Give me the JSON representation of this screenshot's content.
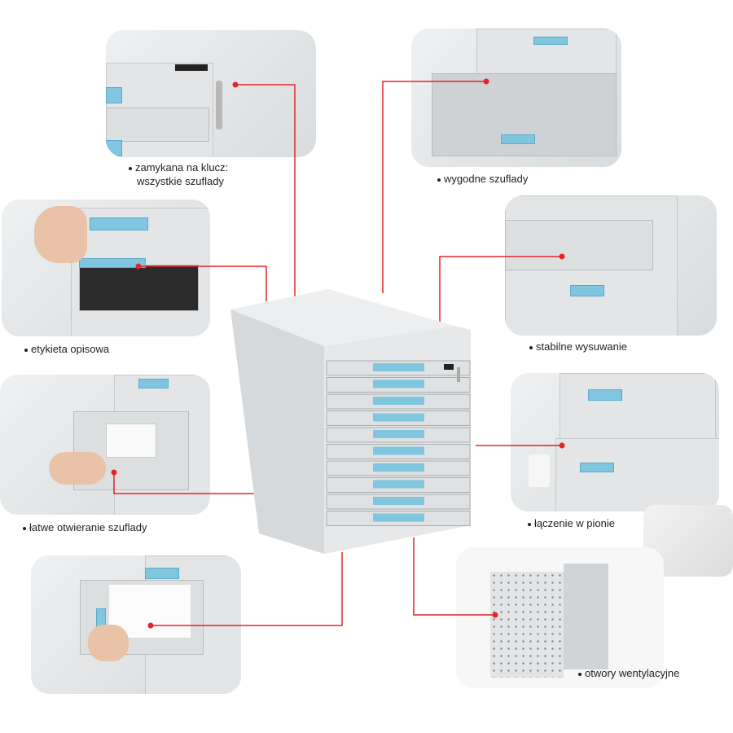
{
  "features": [
    {
      "id": "lock",
      "label_line1": "zamykana na klucz:",
      "label_line2": "wszystkie szuflady"
    },
    {
      "id": "drawers",
      "label": "wygodne szuflady"
    },
    {
      "id": "label-holder",
      "label": "etykieta opisowa"
    },
    {
      "id": "stable",
      "label": "stabilne wysuwanie"
    },
    {
      "id": "easy-open",
      "label": "łatwe otwieranie szuflady"
    },
    {
      "id": "stacking",
      "label": "łączenie w pionie"
    },
    {
      "id": "vents",
      "label": "otwory wentylacyjne"
    }
  ],
  "colors": {
    "connector": "#e3242b",
    "tab": "#7fc6de",
    "body": "#e1e3e4"
  },
  "cabinet": {
    "drawer_count": 10
  }
}
